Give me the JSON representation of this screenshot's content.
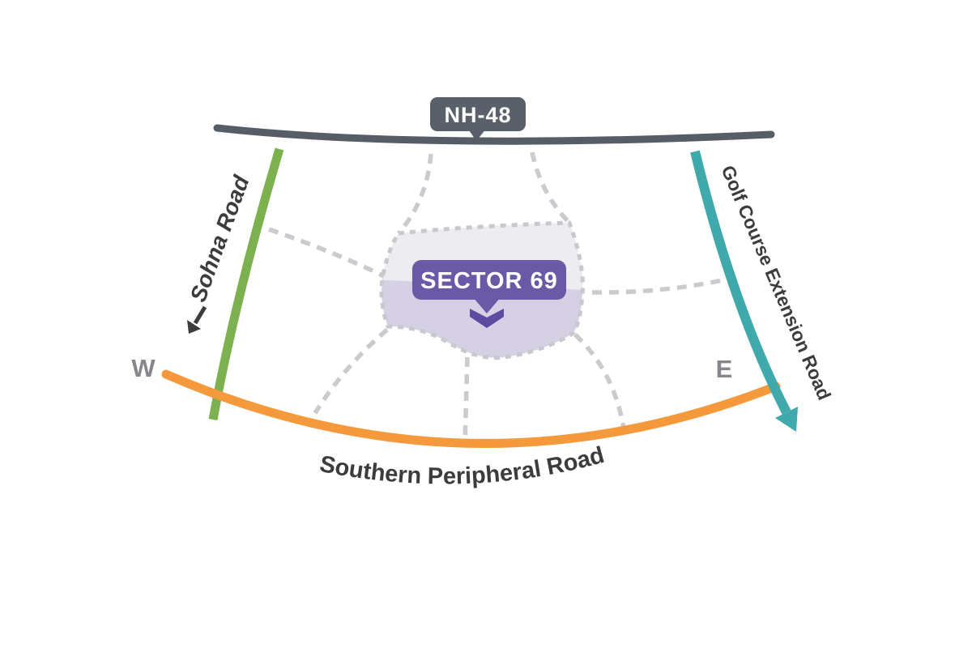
{
  "map": {
    "description": "Location map of Sector 69 bounded by major roads",
    "highway_badge": {
      "label": "NH-48"
    },
    "sector_badge": {
      "label": "SECTOR 69"
    },
    "road_labels": {
      "sohna": "Sohna Road",
      "golf": "Golf Course Extension Road",
      "spr": "Southern Peripheral Road"
    },
    "compass": {
      "west": "W",
      "east": "E"
    }
  },
  "colors": {
    "nh48_road": "#575d66",
    "nh48_badge": "#5a6069",
    "sohna_road": "#7db04e",
    "golf_road": "#3fa9ab",
    "spr_road": "#f59a3c",
    "sector_badge": "#6a59a6",
    "sector_arrow": "#5c4ba0",
    "region_upper": "#edecf0",
    "region_lower": "#d6d0e5",
    "region_outline": "#c9c9cd",
    "minor_roads": "#cbcbcf",
    "label_text": "#3c3c3c",
    "compass_text": "#85878c"
  }
}
